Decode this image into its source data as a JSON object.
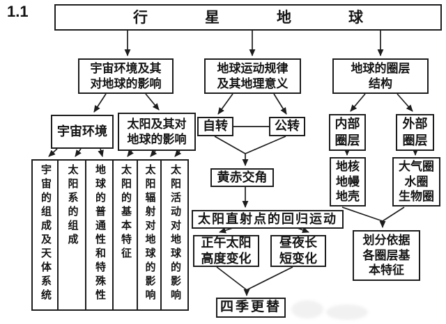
{
  "page_label": "1.1",
  "title": "行星地球",
  "level2": {
    "cosmic_effect": "宇宙环境及其\n对地球的影响",
    "motion_laws": "地球运动规律\n及其地理意义",
    "sphere_structure": "地球的圈层\n结构"
  },
  "level3": {
    "cosmic_env": "宇宙环境",
    "sun_effect": "太阳及其对\n地球的影响",
    "rotation": "自转",
    "revolution": "公转",
    "inner_spheres": "内部\n圈层",
    "outer_spheres": "外部\n圈层"
  },
  "leaves": [
    "宇宙的组成及天体系统",
    "太阳系的组成",
    "地球的普通性和特殊性",
    "太阳的基本特征",
    "太阳辐射对地球的影响",
    "太阳活动对地球的影响"
  ],
  "level4": {
    "obliquity": "黄赤交角",
    "subsolar": "太阳直射点的回归运动",
    "inner_detail": "地核\n地幔\n地壳",
    "outer_detail": "大气圈\n水圈\n生物圈"
  },
  "level5": {
    "noon_altitude": "正午太阳\n高度变化",
    "day_night": "昼夜长\n短变化",
    "seasons": "四季更替",
    "division_basis": "划分依据\n各圈层基\n本特征"
  },
  "colors": {
    "line": "#1c1c1c",
    "background": "#ffffff",
    "text": "#141414"
  }
}
